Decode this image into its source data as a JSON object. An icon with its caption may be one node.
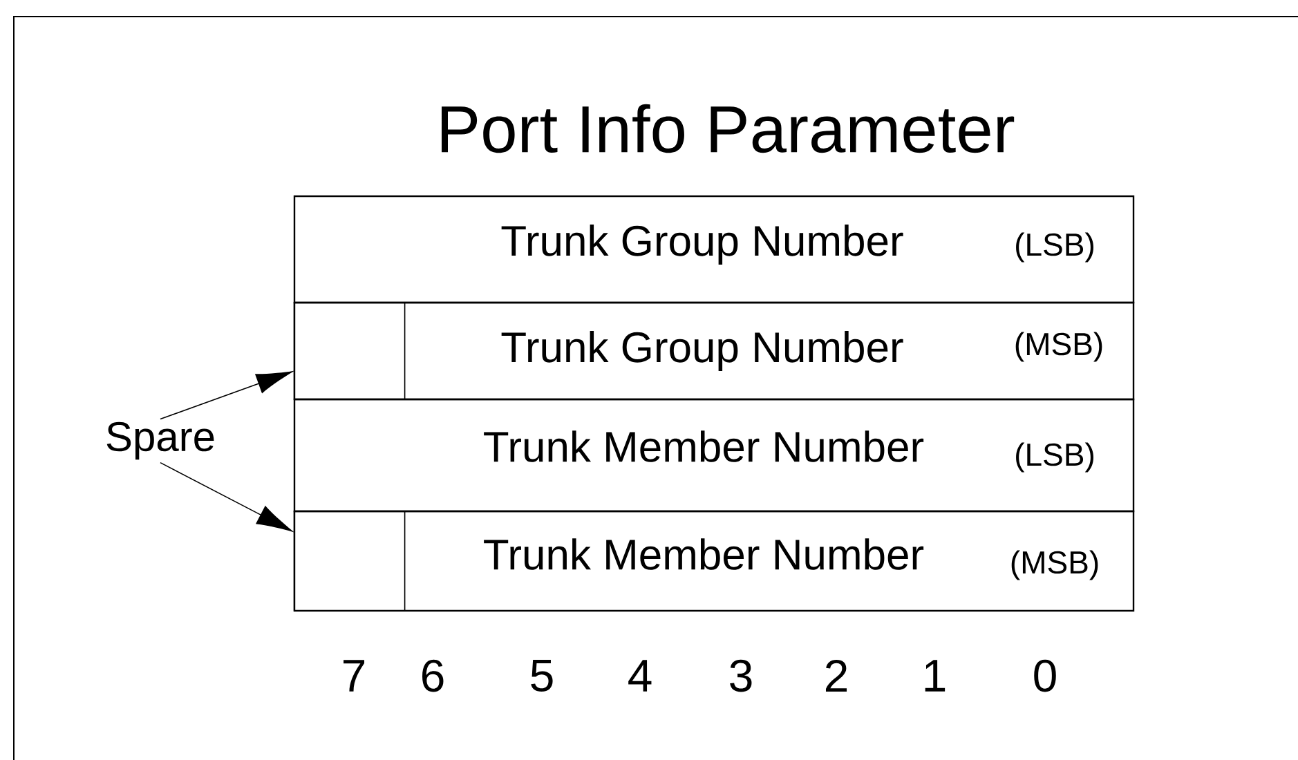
{
  "diagram": {
    "title": "Port Info Parameter",
    "nodes": [
      {
        "text": [
          "Trunk Group Number",
          "(LSB)"
        ]
      },
      {
        "text": [
          "Trunk Group Number",
          "(MSB)"
        ]
      },
      {
        "text": [],
        "shape": "box",
        "in": 1
      },
      {
        "text": [
          "Trunk Member Number",
          "(LSB)"
        ]
      },
      {
        "text": [
          "Trunk Member Number",
          "(MSB)"
        ]
      },
      {
        "text": [],
        "shape": "box",
        "in": 4
      },
      {
        "text": [
          "Spare"
        ]
      }
    ],
    "edges": [
      {
        "from": 6,
        "to": 2,
        "arrow": "to"
      },
      {
        "from": 6,
        "to": 5,
        "arrow": "to"
      }
    ],
    "labels": [
      "7",
      "6",
      "5",
      "4",
      "3",
      "2",
      "1",
      "0"
    ]
  }
}
